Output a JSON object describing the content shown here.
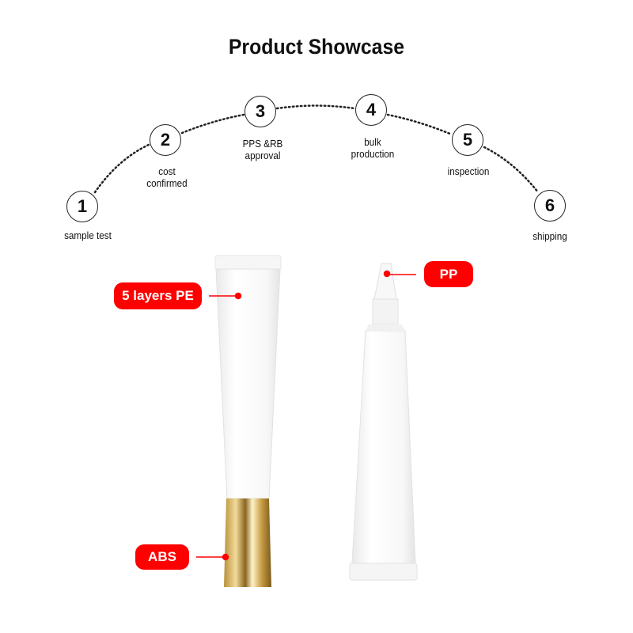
{
  "title": "Product Showcase",
  "steps": [
    {
      "number": "1",
      "line1": "sample test",
      "line2": ""
    },
    {
      "number": "2",
      "line1": "cost",
      "line2": "confirmed"
    },
    {
      "number": "3",
      "line1": "PPS &RB",
      "line2": "approval"
    },
    {
      "number": "4",
      "line1": "bulk",
      "line2": "production"
    },
    {
      "number": "5",
      "line1": "inspection",
      "line2": ""
    },
    {
      "number": "6",
      "line1": "shipping",
      "line2": ""
    }
  ],
  "callouts": {
    "body": "5 layers PE",
    "cap": "ABS",
    "nozzle": "PP"
  },
  "colors": {
    "accent": "#ff0000",
    "gold": "#c9a24a"
  }
}
